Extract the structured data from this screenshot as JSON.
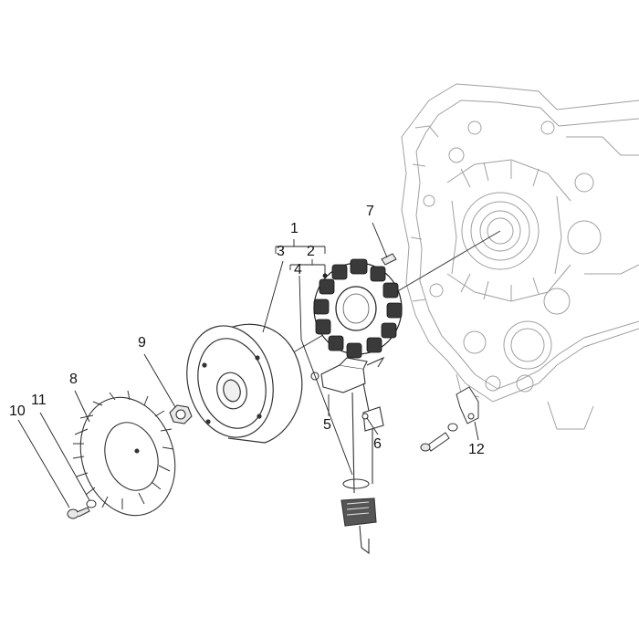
{
  "diagram": {
    "callouts": [
      {
        "id": "1",
        "text": "1"
      },
      {
        "id": "2",
        "text": "2"
      },
      {
        "id": "3",
        "text": "3"
      },
      {
        "id": "4",
        "text": "4"
      },
      {
        "id": "5",
        "text": "5"
      },
      {
        "id": "6",
        "text": "6"
      },
      {
        "id": "7",
        "text": "7"
      },
      {
        "id": "8",
        "text": "8"
      },
      {
        "id": "9",
        "text": "9"
      },
      {
        "id": "10",
        "text": "10"
      },
      {
        "id": "11",
        "text": "11"
      },
      {
        "id": "12",
        "text": "12"
      }
    ],
    "colors": {
      "line": "#333333",
      "engine_line": "#9a9a9a",
      "stator_coil": "#2f2f2f"
    }
  }
}
